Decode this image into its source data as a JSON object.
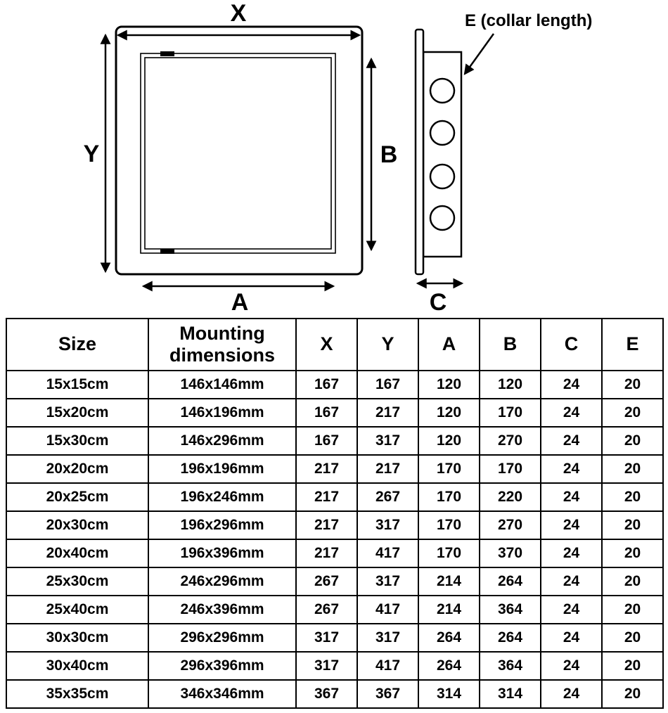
{
  "diagram": {
    "labels": {
      "x": "X",
      "y": "Y",
      "a": "A",
      "b": "B",
      "c": "C",
      "e_collar": "E (collar length)"
    }
  },
  "table": {
    "headers": [
      "Size",
      "Mounting dimensions",
      "X",
      "Y",
      "A",
      "B",
      "C",
      "E"
    ],
    "rows": [
      [
        "15x15cm",
        "146x146mm",
        "167",
        "167",
        "120",
        "120",
        "24",
        "20"
      ],
      [
        "15x20cm",
        "146x196mm",
        "167",
        "217",
        "120",
        "170",
        "24",
        "20"
      ],
      [
        "15x30cm",
        "146x296mm",
        "167",
        "317",
        "120",
        "270",
        "24",
        "20"
      ],
      [
        "20x20cm",
        "196x196mm",
        "217",
        "217",
        "170",
        "170",
        "24",
        "20"
      ],
      [
        "20x25cm",
        "196x246mm",
        "217",
        "267",
        "170",
        "220",
        "24",
        "20"
      ],
      [
        "20x30cm",
        "196x296mm",
        "217",
        "317",
        "170",
        "270",
        "24",
        "20"
      ],
      [
        "20x40cm",
        "196x396mm",
        "217",
        "417",
        "170",
        "370",
        "24",
        "20"
      ],
      [
        "25x30cm",
        "246x296mm",
        "267",
        "317",
        "214",
        "264",
        "24",
        "20"
      ],
      [
        "25x40cm",
        "246x396mm",
        "267",
        "417",
        "214",
        "364",
        "24",
        "20"
      ],
      [
        "30x30cm",
        "296x296mm",
        "317",
        "317",
        "264",
        "264",
        "24",
        "20"
      ],
      [
        "30x40cm",
        "296x396mm",
        "317",
        "417",
        "264",
        "364",
        "24",
        "20"
      ],
      [
        "35x35cm",
        "346x346mm",
        "367",
        "367",
        "314",
        "314",
        "24",
        "20"
      ]
    ]
  }
}
